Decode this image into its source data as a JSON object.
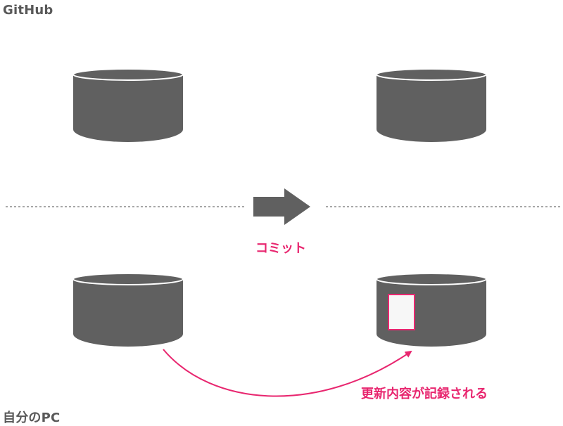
{
  "labels": {
    "remote": "GitHub",
    "local": "自分のPC"
  },
  "captions": {
    "commit": "コミット",
    "update": "更新内容が記録される"
  },
  "colors": {
    "cylinder_fill": "#606060",
    "cylinder_rim": "#ffffff",
    "region_label": "#595959",
    "accent": "#e8266f",
    "divider": "#8a8a8a",
    "commit_arrow": "#606060",
    "document_fill": "#f7f7f7"
  },
  "icons": {
    "repository": "cylinder-icon",
    "commit_arrow": "right-arrow-icon",
    "document": "document-icon",
    "flow_arrow": "curved-arrow-icon"
  }
}
